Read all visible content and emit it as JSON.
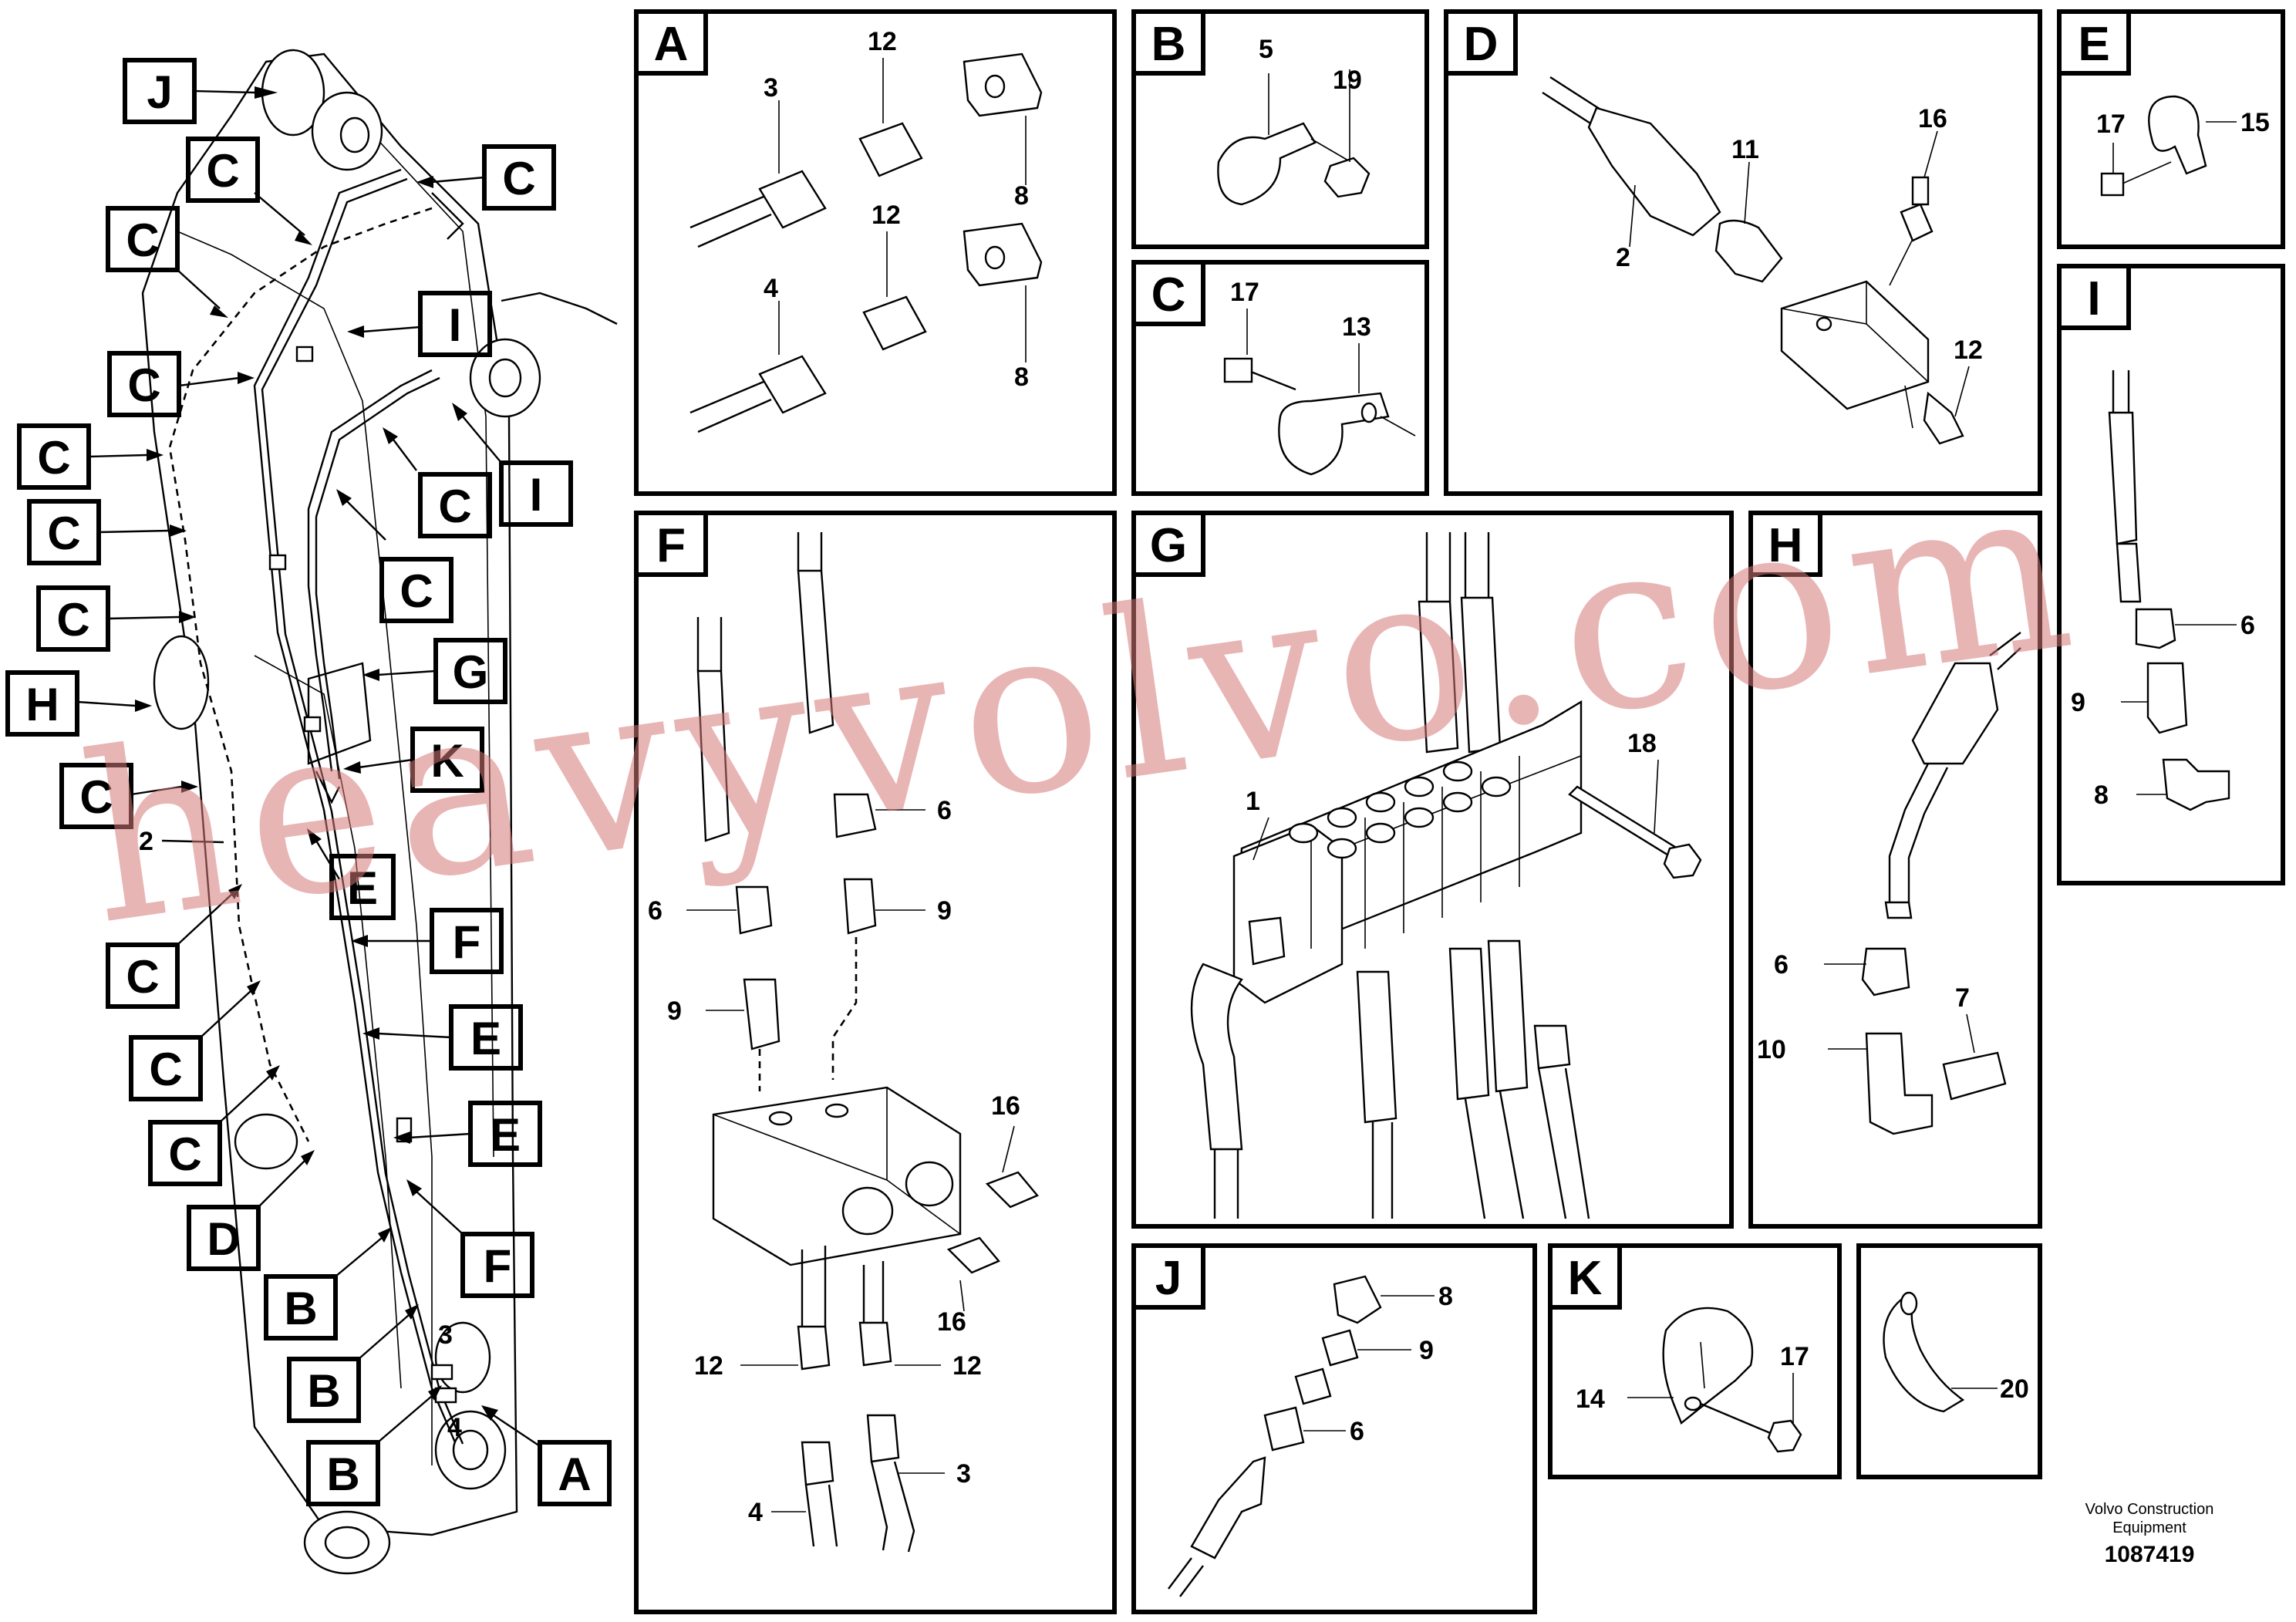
{
  "boom": {
    "callouts": [
      "J",
      "C",
      "C",
      "C",
      "I",
      "C",
      "I",
      "C",
      "C",
      "C",
      "C",
      "C",
      "G",
      "H",
      "K",
      "C",
      "E",
      "F",
      "E",
      "E",
      "C",
      "C",
      "C",
      "D",
      "F",
      "B",
      "B",
      "B",
      "A"
    ],
    "numbers": [
      "2",
      "3",
      "4"
    ]
  },
  "panels": {
    "A": {
      "letter": "A",
      "labels": [
        "3",
        "12",
        "8",
        "4",
        "12",
        "8"
      ]
    },
    "B": {
      "letter": "B",
      "labels": [
        "5",
        "19"
      ]
    },
    "C": {
      "letter": "C",
      "labels": [
        "17",
        "13"
      ]
    },
    "D": {
      "letter": "D",
      "labels": [
        "2",
        "11",
        "16",
        "12"
      ]
    },
    "E": {
      "letter": "E",
      "labels": [
        "17",
        "15"
      ]
    },
    "F": {
      "letter": "F",
      "labels": [
        "6",
        "6",
        "9",
        "9",
        "16",
        "16",
        "12",
        "12",
        "4",
        "3"
      ]
    },
    "G": {
      "letter": "G",
      "labels": [
        "1",
        "18"
      ]
    },
    "H": {
      "letter": "H",
      "labels": [
        "6",
        "7",
        "10"
      ]
    },
    "I": {
      "letter": "I",
      "labels": [
        "6",
        "9",
        "8"
      ]
    },
    "J": {
      "letter": "J",
      "labels": [
        "8",
        "9",
        "6"
      ]
    },
    "K": {
      "letter": "K",
      "labels": [
        "17",
        "14"
      ]
    },
    "L": {
      "labels": [
        "20"
      ]
    }
  },
  "footer": {
    "brand_line1": "Volvo Construction",
    "brand_line2": "Equipment",
    "drawing_number": "1087419"
  },
  "watermark": "heavyvolvo.com"
}
